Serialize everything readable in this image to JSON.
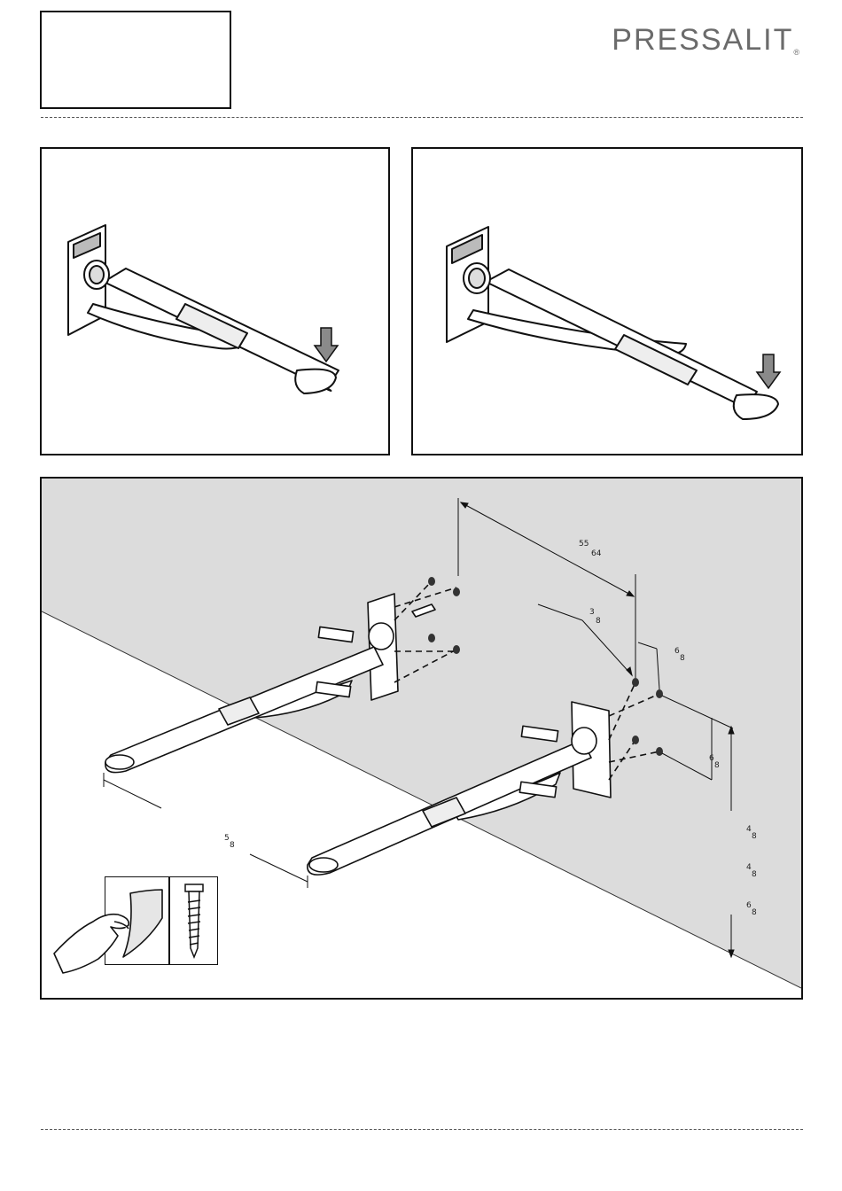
{
  "header": {
    "logo_text": "PRESSALIT",
    "logo_mark": "®"
  },
  "dimensions": {
    "d1_a": "55",
    "d1_b": "64",
    "d2_a": "3",
    "d2_b": "8",
    "d3_a": "6",
    "d3_b": "8",
    "d4_a": "6",
    "d4_b": "8",
    "d5_a": "5",
    "d5_b": "8",
    "d6_a": "4",
    "d6_b": "8",
    "d7_a": "4",
    "d7_b": "8",
    "d8_a": "6",
    "d8_b": "8"
  },
  "colors": {
    "wall": "#dcdcdc",
    "line": "#111111",
    "arrow": "#8a8a8a"
  },
  "icons": [
    "down-arrow-icon",
    "screw-icon",
    "hand-peel-icon"
  ]
}
